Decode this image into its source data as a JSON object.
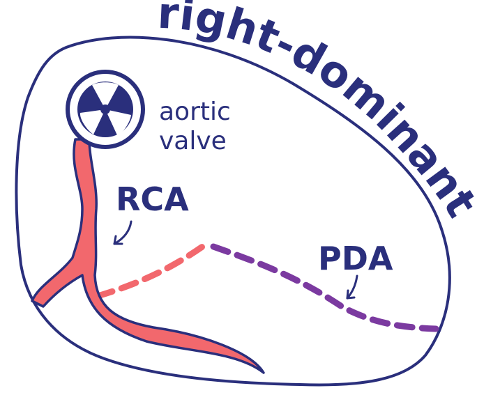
{
  "title": "right-dominant",
  "labels": {
    "aortic_line1": "aortic",
    "aortic_line2": "valve",
    "rca": "RCA",
    "pda": "PDA"
  },
  "colors": {
    "outline": "#2a2f7c",
    "artery": "#f2686d",
    "artery_stroke": "#2a2f7c",
    "pda": "#7b3aa0",
    "background": "#ffffff"
  },
  "icons": {
    "valve": "aortic-valve-icon",
    "rca_arrow": "arrow-icon",
    "pda_arrow": "arrow-icon"
  }
}
